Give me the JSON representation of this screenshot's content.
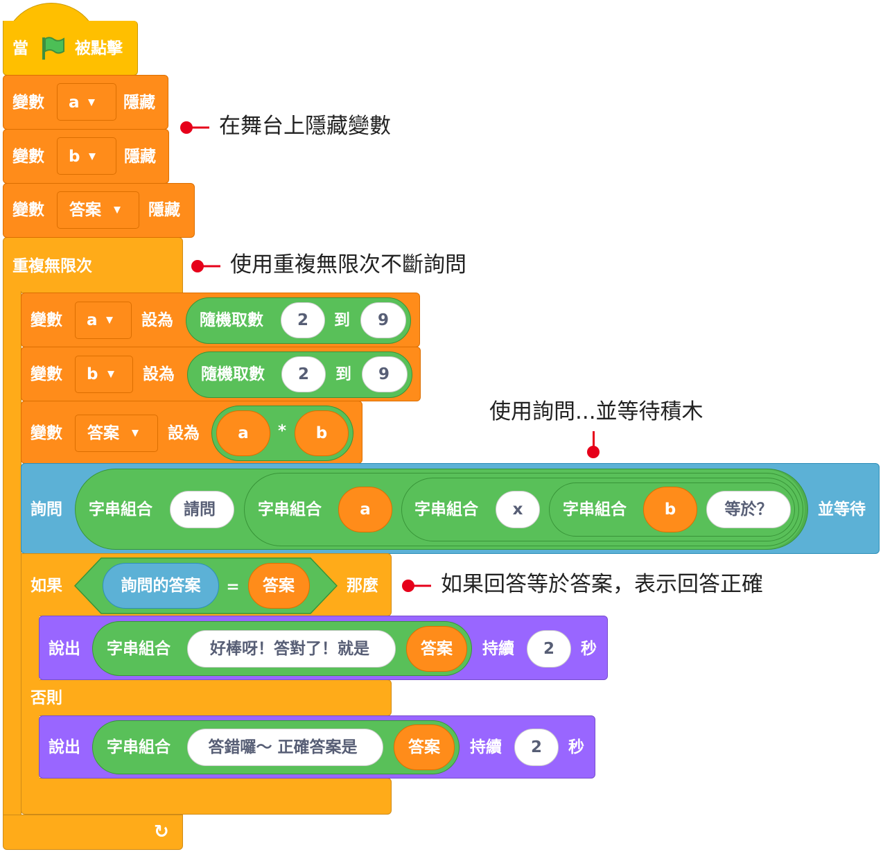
{
  "colors": {
    "events": "#FFBF00",
    "variables": "#FF8C1A",
    "control": "#FFAB19",
    "operators": "#59C059",
    "sensing": "#5CB1D6",
    "looks": "#9966FF",
    "annotation": "#E6001A"
  },
  "hat": {
    "when": "當",
    "icon": "green-flag-icon",
    "clicked": "被點擊"
  },
  "hide_blocks": [
    {
      "label": "變數",
      "var": "a",
      "action": "隱藏"
    },
    {
      "label": "變數",
      "var": "b",
      "action": "隱藏"
    },
    {
      "label": "變數",
      "var": "答案",
      "action": "隱藏"
    }
  ],
  "forever": {
    "label": "重複無限次",
    "icon": "loop-arrow-icon"
  },
  "set_blocks": [
    {
      "label": "變數",
      "var": "a",
      "action": "設為",
      "op": "隨機取數",
      "from": "2",
      "to_label": "到",
      "to": "9"
    },
    {
      "label": "變數",
      "var": "b",
      "action": "設為",
      "op": "隨機取數",
      "from": "2",
      "to_label": "到",
      "to": "9"
    },
    {
      "label": "變數",
      "var": "答案",
      "action": "設為",
      "left": "a",
      "operator": "*",
      "right": "b"
    }
  ],
  "ask": {
    "label": "詢問",
    "join": "字串組合",
    "t1": "請問",
    "v1": "a",
    "t2": "x",
    "v2": "b",
    "t3": "等於？",
    "wait": "並等待"
  },
  "if_else": {
    "if": "如果",
    "answer": "詢問的答案",
    "eq": "=",
    "var": "答案",
    "then": "那麼",
    "else": "否則"
  },
  "say_blocks": [
    {
      "label": "說出",
      "join": "字串組合",
      "text": "好棒呀！答對了！就是",
      "var": "答案",
      "for": "持續",
      "secs": "2",
      "unit": "秒"
    },
    {
      "label": "說出",
      "join": "字串組合",
      "text": "答錯囉～ 正確答案是",
      "var": "答案",
      "for": "持續",
      "secs": "2",
      "unit": "秒"
    }
  ],
  "annotations": [
    "在舞台上隱藏變數",
    "使用重複無限次不斷詢問",
    "使用詢問...並等待積木",
    "如果回答等於答案，表示回答正確"
  ]
}
